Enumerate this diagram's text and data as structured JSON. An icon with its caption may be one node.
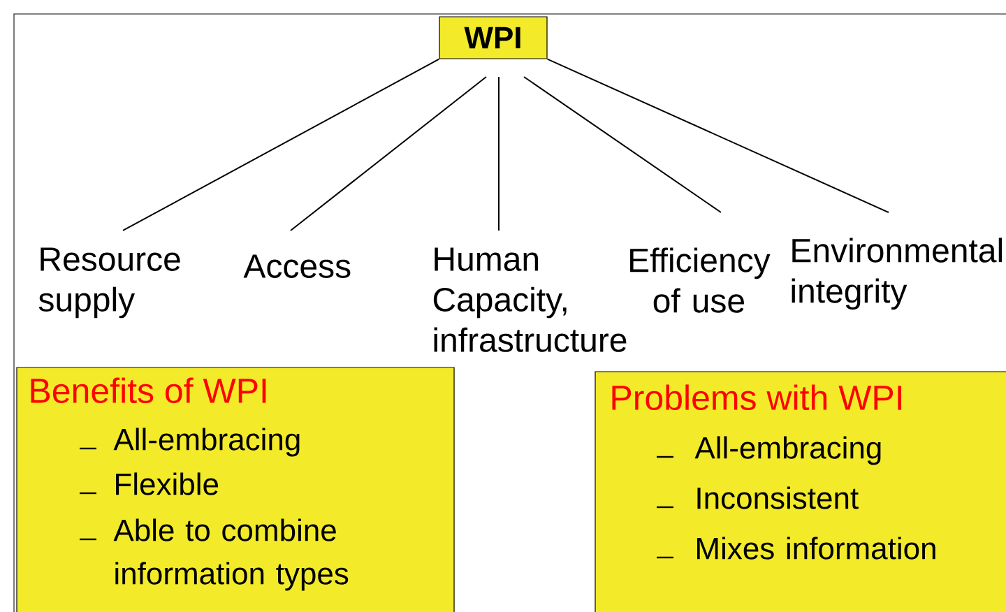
{
  "diagram": {
    "nodes": [
      {
        "text": [
          "WPI"
        ]
      },
      {
        "text": [
          "Resource supply"
        ]
      },
      {
        "text": [
          "Access"
        ]
      },
      {
        "text": [
          "Human Capacity, infrastructure"
        ]
      },
      {
        "text": [
          "Efficiency of use"
        ]
      },
      {
        "text": [
          "Environmental integrity"
        ]
      },
      {
        "text": [
          "Benefits of WPI",
          "All-embracing",
          "Flexible",
          "Able to combine information types"
        ]
      },
      {
        "text": [
          "Problems with WPI",
          "All-embracing",
          "Inconsistent",
          "Mixes information"
        ]
      }
    ],
    "edges": [
      {
        "from": 0,
        "to": 1,
        "arrow": "none"
      },
      {
        "from": 0,
        "to": 2,
        "arrow": "none"
      },
      {
        "from": 0,
        "to": 3,
        "arrow": "none"
      },
      {
        "from": 0,
        "to": 4,
        "arrow": "none"
      },
      {
        "from": 0,
        "to": 5,
        "arrow": "none"
      }
    ]
  }
}
